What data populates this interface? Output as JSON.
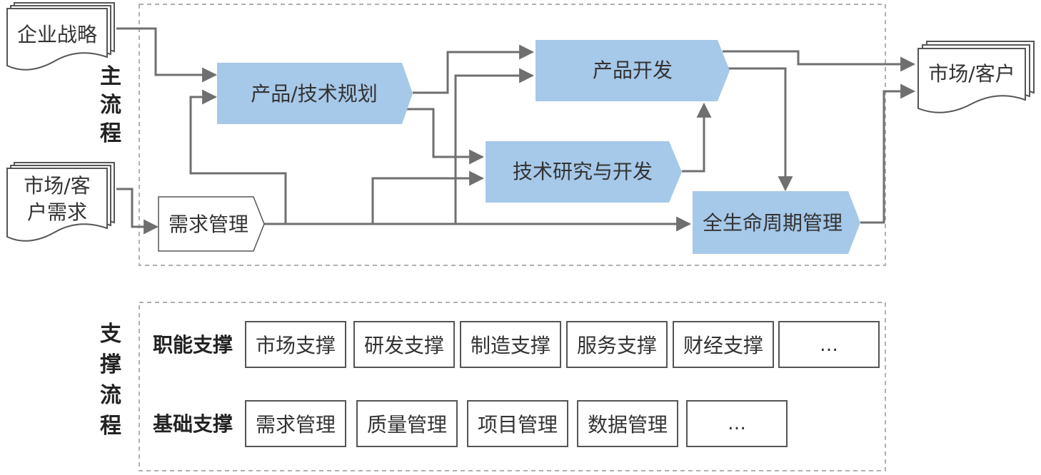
{
  "main_flow": {
    "section_label": [
      "主",
      "流",
      "程"
    ],
    "inputs": {
      "enterprise_strategy": "企业战略",
      "market_customer_needs": [
        "市场/客",
        "户需求"
      ]
    },
    "output": {
      "market_customer": "市场/客户"
    },
    "process_steps": {
      "product_tech_planning": "产品/技术规划",
      "product_development": "产品开发",
      "tech_research_development": "技术研究与开发",
      "requirements_management": "需求管理",
      "lifecycle_management": "全生命周期管理"
    }
  },
  "support_flow": {
    "section_label": [
      "支",
      "撑",
      "流",
      "程"
    ],
    "functional_support": {
      "row_label": "职能支撑",
      "items": [
        "市场支撑",
        "研发支撑",
        "制造支撑",
        "服务支撑",
        "财经支撑",
        "…"
      ]
    },
    "basic_support": {
      "row_label": "基础支撑",
      "items": [
        "需求管理",
        "质量管理",
        "项目管理",
        "数据管理",
        "…"
      ]
    }
  },
  "colors": {
    "process_fill": "#a6c8e9",
    "connector": "#6f6f6f",
    "border_dashed": "#b0b0b0",
    "box_border": "#555555"
  }
}
